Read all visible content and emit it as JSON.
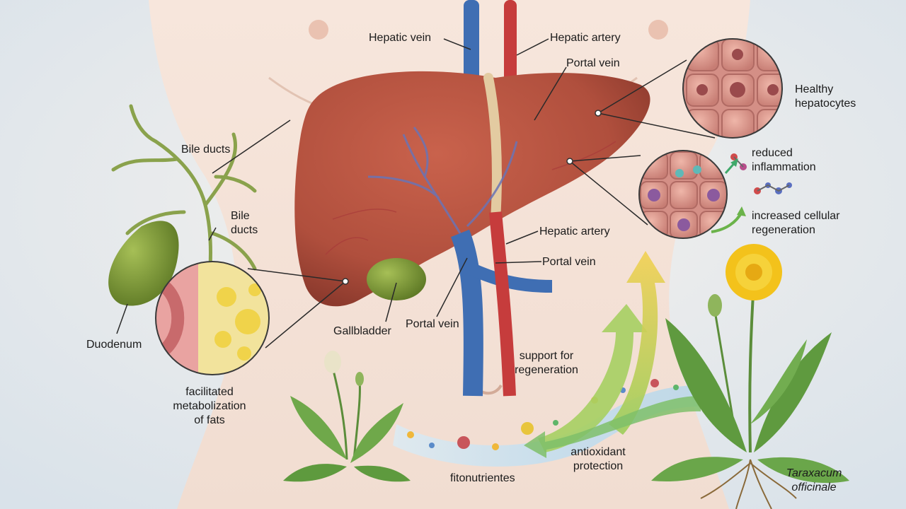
{
  "labels": {
    "hepatic_vein": "Hepatic vein",
    "hepatic_artery_top": "Hepatic artery",
    "portal_vein_top": "Portal vein",
    "healthy_hepatocytes": [
      "Healthy",
      "hepatocytes"
    ],
    "reduced_inflammation": [
      "reduced",
      "inflammation"
    ],
    "increased_regeneration": [
      "increased cellular",
      "regeneration"
    ],
    "bile_ducts_top": "Bile ducts",
    "bile_ducts_side": [
      "Bile",
      "ducts"
    ],
    "hepatic_artery_mid": "Hepatic artery",
    "portal_vein_mid": "Portal vein",
    "duodenum": "Duodenum",
    "gallbladder": "Gallbladder",
    "portal_vein_low": "Portal vein",
    "support_regeneration": [
      "support for",
      "regeneration"
    ],
    "facilitated_metabolization": [
      "facilitated",
      "metabolization",
      "of fats"
    ],
    "antioxidant_protection": [
      "antioxidant",
      "protection"
    ],
    "fitonutrientes": "fitonutrientes",
    "taraxacum": [
      "Taraxacum",
      "officinale"
    ]
  },
  "colors": {
    "liver": "#b5503f",
    "portal_vein": "#3f6eb3",
    "hepatic_artery": "#c63c3c",
    "gallbladder": "#7f9a3a",
    "dandelion_flower": "#f3c21b",
    "arrow_yellow": "#f1cf4a",
    "arrow_green": "#8dbf4e"
  }
}
